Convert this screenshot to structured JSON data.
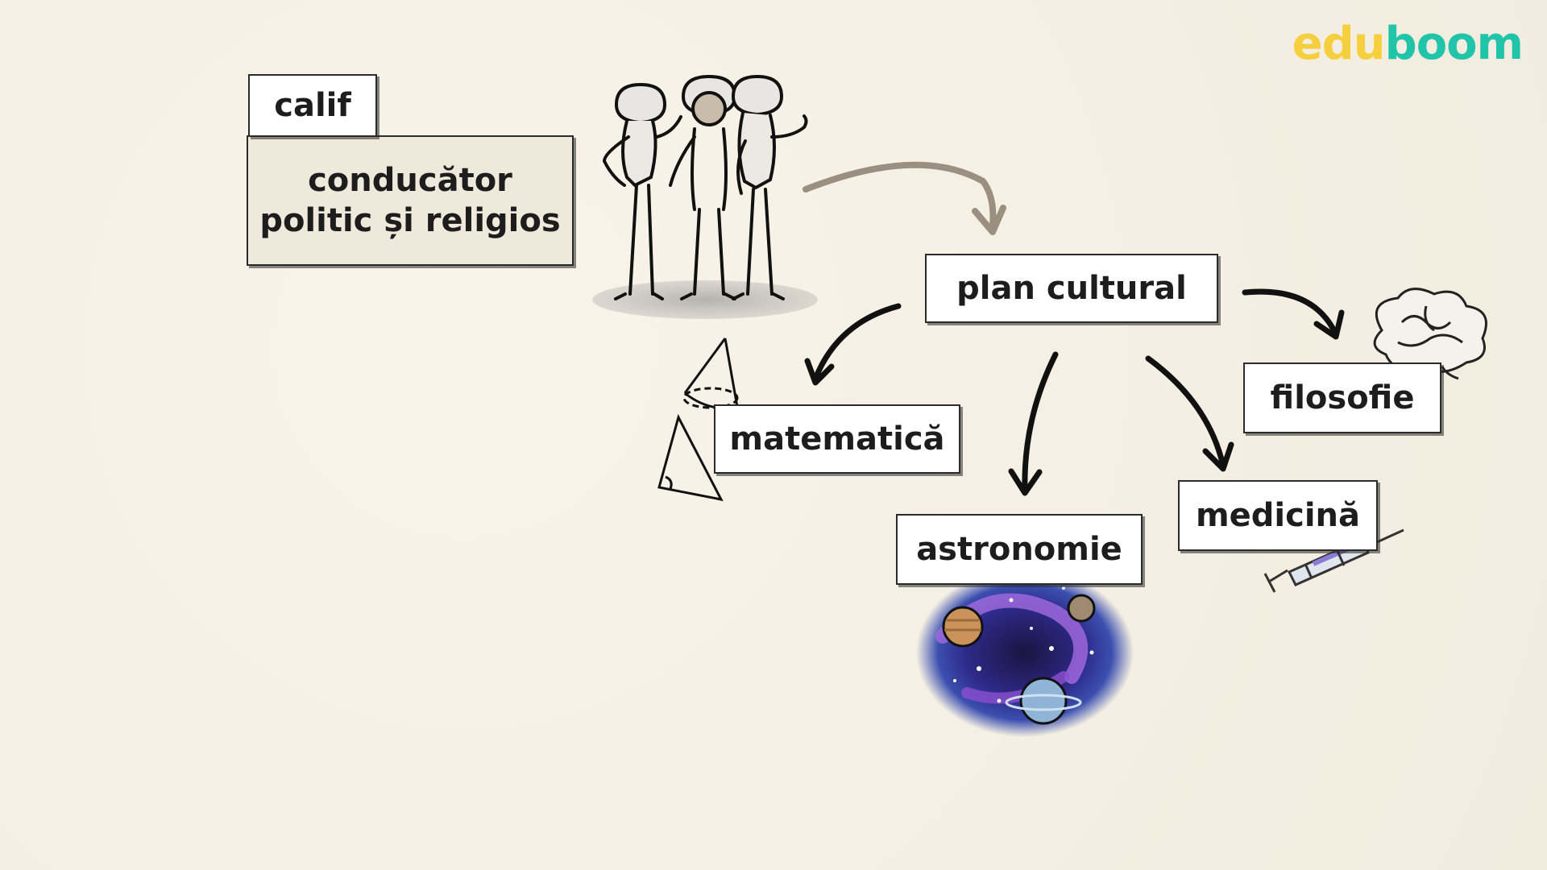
{
  "logo": {
    "part1": "edu",
    "part2": "boom"
  },
  "term": "calif",
  "definition_line1": "conducător",
  "definition_line2": "politic și religios",
  "center": "plan cultural",
  "branches": {
    "math": "matematică",
    "astro": "astronomie",
    "med": "medicină",
    "philo": "filosofie"
  },
  "colors": {
    "logo_yellow": "#f5cf3d",
    "logo_teal": "#20c4a8",
    "background": "#f6f1e6",
    "arrow_main": "#9a8f80",
    "arrow_branch": "#111111"
  }
}
